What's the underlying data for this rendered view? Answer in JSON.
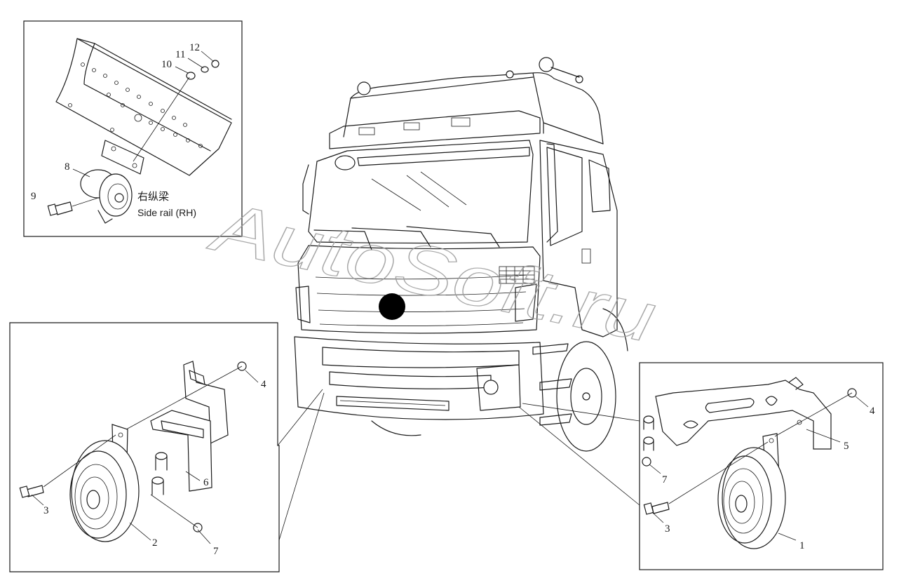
{
  "diagram": {
    "watermark": "AutoSoft.ru",
    "callouts": {
      "c1": "1",
      "c2": "2",
      "c3_left": "3",
      "c3_right": "3",
      "c4_left": "4",
      "c4_right": "4",
      "c5": "5",
      "c6": "6",
      "c7_left": "7",
      "c7_right": "7",
      "c8": "8",
      "c9": "9",
      "c10": "10",
      "c11": "11",
      "c12": "12"
    },
    "inset_top_left": {
      "label_zh": "右纵梁",
      "label_en": "Side rail (RH)"
    },
    "colors": {
      "line": "#1a1a1a",
      "background": "#ffffff",
      "watermark": "#9a9a9a",
      "marker": "#000000"
    }
  }
}
